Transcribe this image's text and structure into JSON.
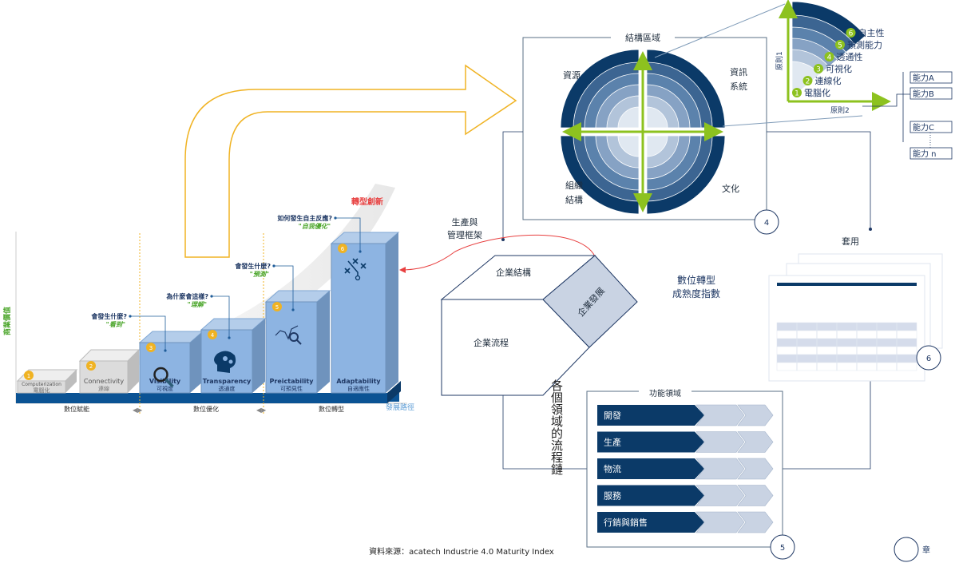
{
  "staircase": {
    "y_axis_label": "商業價值",
    "x_axis_label": "發展路徑",
    "phases": [
      "數位賦能",
      "數位優化",
      "數位轉型"
    ],
    "innovation_label": "轉型創新",
    "steps": [
      {
        "num": "1",
        "en": "Computerization",
        "zh": "電腦化"
      },
      {
        "num": "2",
        "en": "Connectivity",
        "zh": "連線"
      },
      {
        "num": "3",
        "en": "Visibility",
        "zh": "可視度",
        "question": "會發生什麼?",
        "answer": "\"看到\"",
        "icon": "magnifier-icon"
      },
      {
        "num": "4",
        "en": "Transparency",
        "zh": "透通度",
        "question": "為什麼會這樣?",
        "answer": "\"理解\"",
        "icon": "brain-gears-icon"
      },
      {
        "num": "5",
        "en": "Preictability",
        "zh": "可預見性",
        "question": "會發生什麼?",
        "answer": "\"預測\"",
        "icon": "trend-search-icon"
      },
      {
        "num": "6",
        "en": "Adaptability",
        "zh": "自適應性",
        "question": "如何發生自主反應?",
        "answer": "\"自我優化\"",
        "icon": "play-strategy-icon"
      }
    ]
  },
  "structure": {
    "title": "結構區域",
    "quadrants": [
      "資源",
      "資訊",
      "系統",
      "組織",
      "結構",
      "文化"
    ],
    "chapter": "4"
  },
  "quadrant_chart": {
    "y_label": "原則1",
    "x_label": "原則2",
    "levels": [
      {
        "num": "1",
        "label": "電腦化"
      },
      {
        "num": "2",
        "label": "連線化"
      },
      {
        "num": "3",
        "label": "可視化"
      },
      {
        "num": "4",
        "label": "透通性"
      },
      {
        "num": "5",
        "label": "預測能力"
      },
      {
        "num": "6",
        "label": "自主性"
      }
    ],
    "capabilities": [
      "能力A",
      "能力B",
      "能力C",
      "能力 n"
    ]
  },
  "framework": {
    "label_line1": "生產與",
    "label_line2": "管理框架",
    "top": "企業結構",
    "front": "企業流程",
    "side": "企業發展"
  },
  "index": {
    "line1": "數位轉型",
    "line2": "成熟度指數",
    "apply": "套用",
    "chapter": "6"
  },
  "functional": {
    "title": "功能領域",
    "rows": [
      "開發",
      "生產",
      "物流",
      "服務",
      "行銷與銷售"
    ],
    "chapter": "5",
    "process_chain": "各個領域的流程鏈"
  },
  "source": "資料來源：acatech Industrie 4.0 Maturity Index",
  "legend": {
    "chapter_label": "章"
  },
  "colors": {
    "navy": "#0b3a68",
    "accent_green": "#8dc21f",
    "block_blue": "#8db4e2",
    "yellow": "#f0b323",
    "red": "#e84040"
  }
}
